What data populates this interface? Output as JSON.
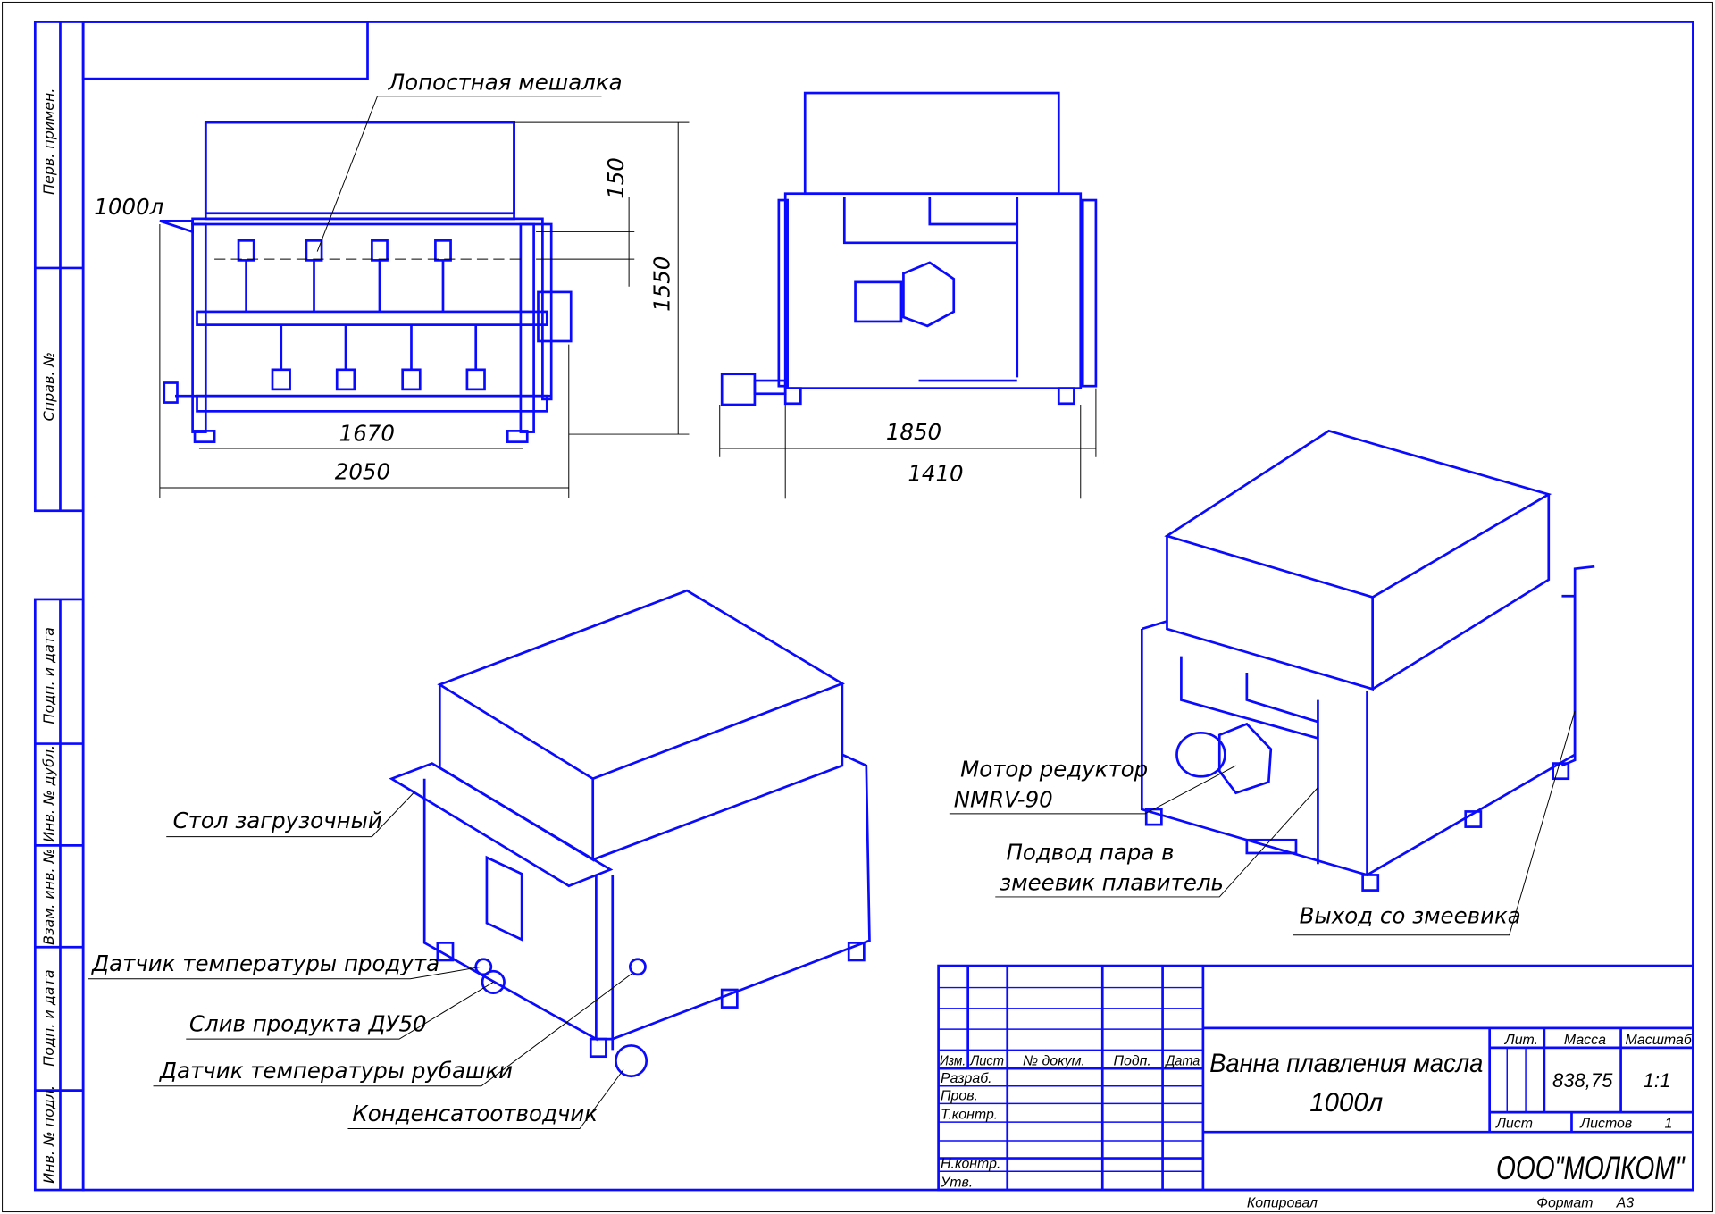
{
  "side_stamp": {
    "perv_primen": "Перв. примен.",
    "sprav_no": "Справ. №",
    "podp_data_1": "Подп. и дата",
    "inv_dubl": "Инв. № дубл.",
    "vzam_inv": "Взам. инв. №",
    "podp_data_2": "Подп. и дата",
    "inv_podl": "Инв. № подл."
  },
  "front_view": {
    "callout_agitator": "Лопостная мешалка",
    "volume": "1000л",
    "dims": [
      "150",
      "1550",
      "1670",
      "2050"
    ]
  },
  "side_view": {
    "dims": [
      "1850",
      "1410"
    ]
  },
  "iso_left": {
    "callouts": [
      "Стол загрузочный",
      "Датчик температуры продута",
      "Слив продукта ДУ50",
      "Датчик температуры рубашки",
      "Конденсатоотводчик"
    ]
  },
  "iso_right": {
    "callouts": [
      "Мотор редуктор",
      "NMRV-90",
      "Подвод пара в",
      "змеевик плавитель",
      "Выход со змеевика"
    ]
  },
  "title_block": {
    "headers": [
      "Изм.",
      "Лист",
      "№ докум.",
      "Подп.",
      "Дата"
    ],
    "roles": [
      "Разраб.",
      "Пров.",
      "Т.контр.",
      "Н.контр.",
      "Утв."
    ],
    "title_line1": "Ванна плавления масла",
    "title_line2": "1000л",
    "lit_label": "Лит.",
    "mass_label": "Масса",
    "scale_label": "Масштаб",
    "mass_value": "838,75",
    "scale_value": "1:1",
    "sheet_label": "Лист",
    "sheets_label": "Листов",
    "sheets_value": "1",
    "company": "ООО\"МОЛКОМ\"",
    "copied": "Копировал",
    "format_label": "Формат",
    "format_value": "А3"
  }
}
